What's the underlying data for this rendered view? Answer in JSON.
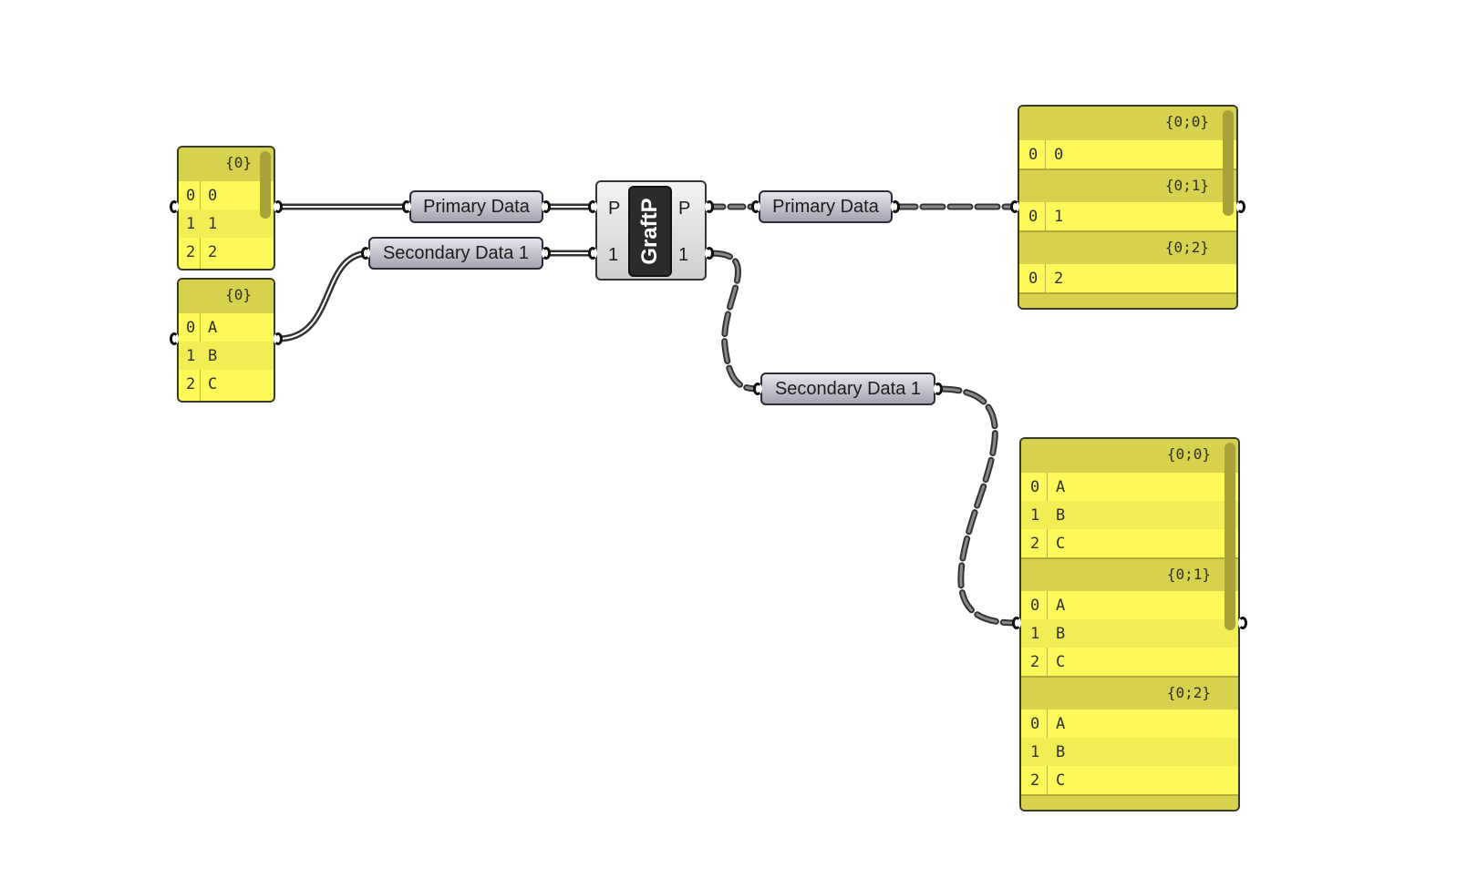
{
  "canvas": {
    "background": "#ffffff",
    "panel_color": "#fdf95a",
    "wire_color": "#6a6a6a"
  },
  "panel_numbers": {
    "header": "{0}",
    "rows": [
      {
        "index": "0",
        "value": "0"
      },
      {
        "index": "1",
        "value": "1"
      },
      {
        "index": "2",
        "value": "2"
      }
    ]
  },
  "panel_letters": {
    "header": "{0}",
    "rows": [
      {
        "index": "0",
        "value": "A"
      },
      {
        "index": "1",
        "value": "B"
      },
      {
        "index": "2",
        "value": "C"
      }
    ]
  },
  "param_primary_in": {
    "label": "Primary Data"
  },
  "param_secondary_in": {
    "label": "Secondary Data 1"
  },
  "component": {
    "name": "GraftP",
    "input_p": "P",
    "input_1": "1",
    "output_p": "P",
    "output_1": "1"
  },
  "param_primary_out": {
    "label": "Primary Data"
  },
  "param_secondary_out": {
    "label": "Secondary Data 1"
  },
  "panel_primary_result": {
    "branches": [
      {
        "path": "{0;0}",
        "rows": [
          {
            "index": "0",
            "value": "0"
          }
        ]
      },
      {
        "path": "{0;1}",
        "rows": [
          {
            "index": "0",
            "value": "1"
          }
        ]
      },
      {
        "path": "{0;2}",
        "rows": [
          {
            "index": "0",
            "value": "2"
          }
        ]
      }
    ]
  },
  "panel_secondary_result": {
    "branches": [
      {
        "path": "{0;0}",
        "rows": [
          {
            "index": "0",
            "value": "A"
          },
          {
            "index": "1",
            "value": "B"
          },
          {
            "index": "2",
            "value": "C"
          }
        ]
      },
      {
        "path": "{0;1}",
        "rows": [
          {
            "index": "0",
            "value": "A"
          },
          {
            "index": "1",
            "value": "B"
          },
          {
            "index": "2",
            "value": "C"
          }
        ]
      },
      {
        "path": "{0;2}",
        "rows": [
          {
            "index": "0",
            "value": "A"
          },
          {
            "index": "1",
            "value": "B"
          },
          {
            "index": "2",
            "value": "C"
          }
        ]
      }
    ]
  }
}
